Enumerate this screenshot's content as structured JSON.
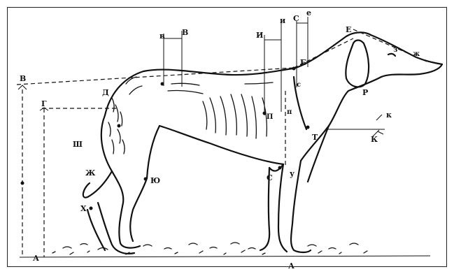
{
  "diagram": {
    "labels": {
      "v_left": "В",
      "g_left": "Г",
      "a_bottom_left": "А",
      "a_bottom_right": "А",
      "d_top": "Д",
      "sh": "Ш",
      "zh": "Ж",
      "kh": "Х",
      "yu": "Ю",
      "v_top_left": "в",
      "v_top_right": "В",
      "i_top_left": "И",
      "i_top_right": "и",
      "s_top": "С",
      "e_top": "е",
      "e_head": "Е",
      "b_shoulder": "Б",
      "s_shoulder": "с",
      "r_ear": "Р",
      "z_head": "з",
      "zh_head": "ж",
      "p_chest": "п",
      "p_elbow": "П",
      "t_forearm": "Т",
      "k_upper": "к",
      "k_lower": "К",
      "s_brisket": "С",
      "u_leg": "у"
    }
  }
}
